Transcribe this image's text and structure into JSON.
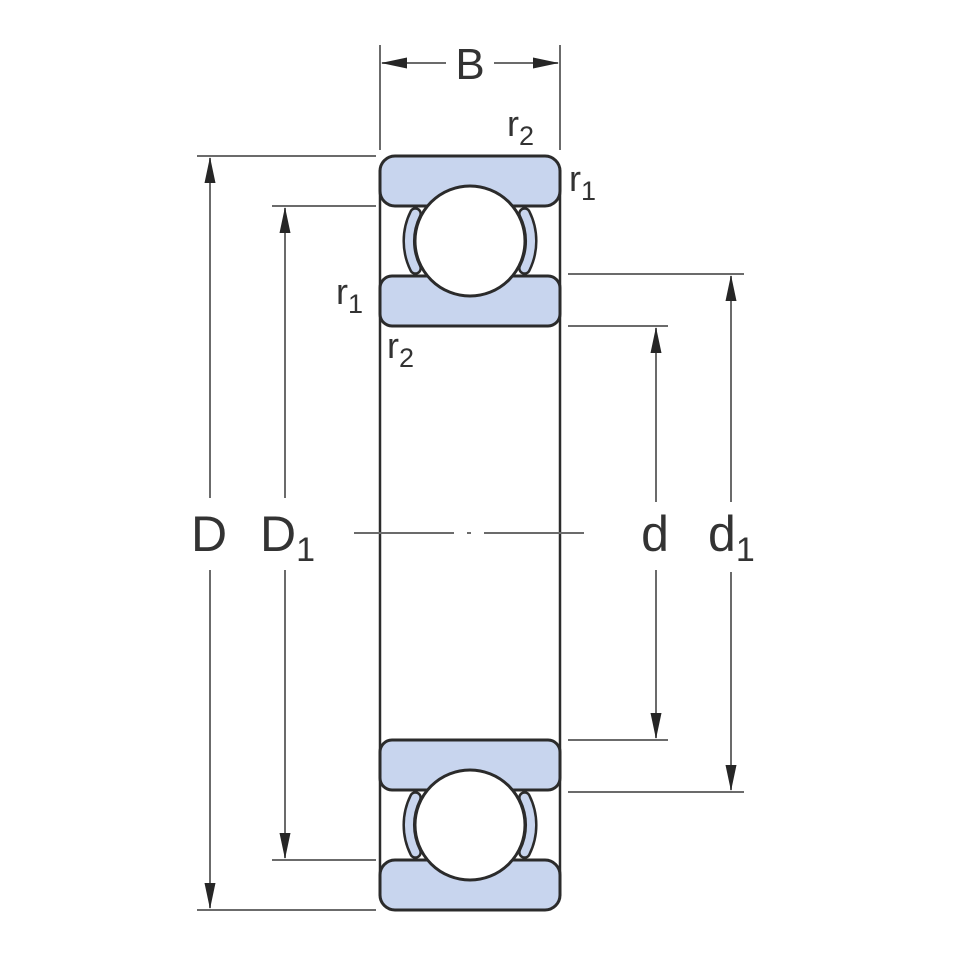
{
  "colors": {
    "background": "#ffffff",
    "ring_fill": "#c8d5ee",
    "outline": "#2b2b2b",
    "dimension_line": "#6b6b6b",
    "arrow": "#262626",
    "text": "#333333"
  },
  "diagram": {
    "description": "Deep groove ball bearing cross-section dimension drawing",
    "labels": {
      "B": "B",
      "D": "D",
      "D1": {
        "base": "D",
        "sub": "1"
      },
      "d": "d",
      "d1": {
        "base": "d",
        "sub": "1"
      },
      "r1": {
        "base": "r",
        "sub": "1"
      },
      "r2": {
        "base": "r",
        "sub": "2"
      }
    }
  }
}
